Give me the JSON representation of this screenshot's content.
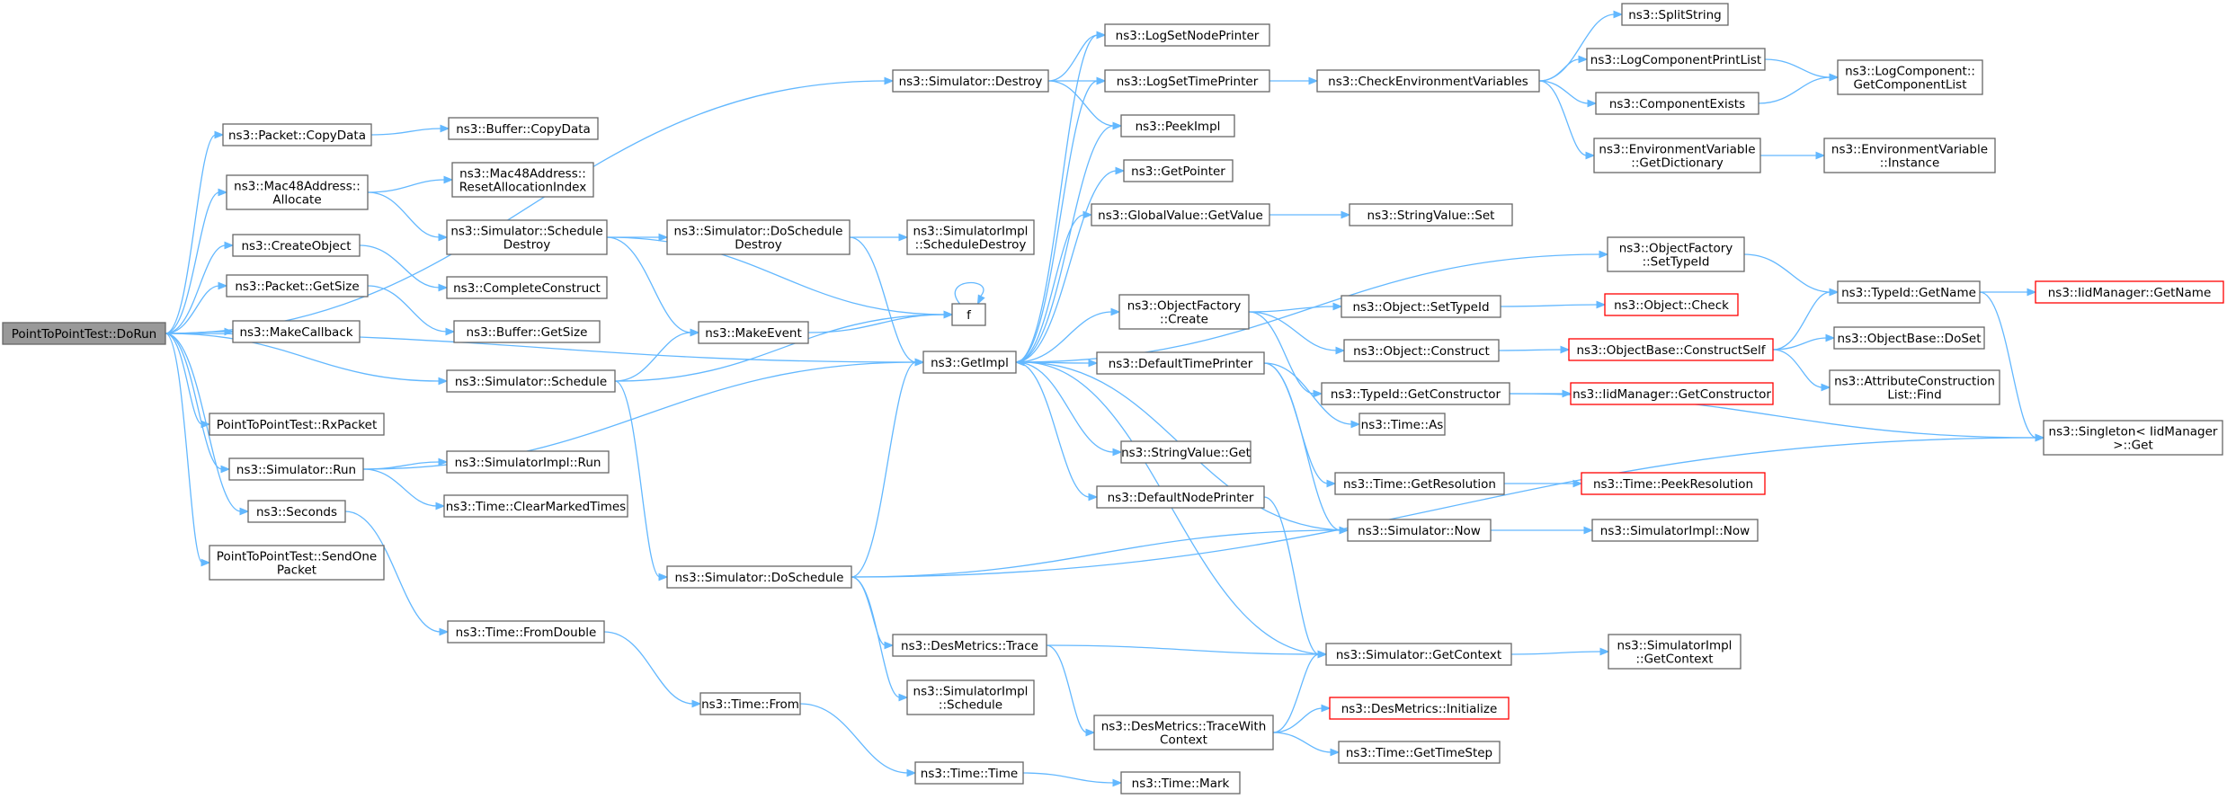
{
  "graph": {
    "colors": {
      "edge": "#63b8ff",
      "node_border": "#666666",
      "root_fill": "#999999",
      "truncated_border": "#ff0000",
      "background": "#ffffff"
    },
    "nodes": [
      {
        "id": "root",
        "lines": [
          "PointToPointTest::DoRun"
        ],
        "root": true
      },
      {
        "id": "copydata",
        "lines": [
          "ns3::Packet::CopyData"
        ]
      },
      {
        "id": "macalloc",
        "lines": [
          "ns3::Mac48Address::",
          "Allocate"
        ]
      },
      {
        "id": "createobj",
        "lines": [
          "ns3::CreateObject"
        ]
      },
      {
        "id": "getsize",
        "lines": [
          "ns3::Packet::GetSize"
        ]
      },
      {
        "id": "makecb",
        "lines": [
          "ns3::MakeCallback"
        ]
      },
      {
        "id": "rxpacket",
        "lines": [
          "PointToPointTest::RxPacket"
        ]
      },
      {
        "id": "simrun",
        "lines": [
          "ns3::Simulator::Run"
        ]
      },
      {
        "id": "seconds",
        "lines": [
          "ns3::Seconds"
        ]
      },
      {
        "id": "sendone",
        "lines": [
          "PointToPointTest::SendOne",
          "Packet"
        ]
      },
      {
        "id": "bufcopy",
        "lines": [
          "ns3::Buffer::CopyData"
        ]
      },
      {
        "id": "resetalloc",
        "lines": [
          "ns3::Mac48Address::",
          "ResetAllocationIndex"
        ]
      },
      {
        "id": "schedDestroy",
        "lines": [
          "ns3::Simulator::Schedule",
          "Destroy"
        ]
      },
      {
        "id": "complete",
        "lines": [
          "ns3::CompleteConstruct"
        ]
      },
      {
        "id": "bufgetsize",
        "lines": [
          "ns3::Buffer::GetSize"
        ]
      },
      {
        "id": "simsched",
        "lines": [
          "ns3::Simulator::Schedule"
        ]
      },
      {
        "id": "implrun",
        "lines": [
          "ns3::SimulatorImpl::Run"
        ]
      },
      {
        "id": "clearmarked",
        "lines": [
          "ns3::Time::ClearMarkedTimes"
        ]
      },
      {
        "id": "fromdouble",
        "lines": [
          "ns3::Time::FromDouble"
        ]
      },
      {
        "id": "simdestroy",
        "lines": [
          "ns3::Simulator::Destroy"
        ]
      },
      {
        "id": "doschedDestroy",
        "lines": [
          "ns3::Simulator::DoSchedule",
          "Destroy"
        ]
      },
      {
        "id": "makeevent",
        "lines": [
          "ns3::MakeEvent"
        ]
      },
      {
        "id": "dosched",
        "lines": [
          "ns3::Simulator::DoSchedule"
        ]
      },
      {
        "id": "timefrom",
        "lines": [
          "ns3::Time::From"
        ]
      },
      {
        "id": "implschedDestroy",
        "lines": [
          "ns3::SimulatorImpl",
          "::ScheduleDestroy"
        ]
      },
      {
        "id": "f",
        "lines": [
          "f"
        ]
      },
      {
        "id": "getimpl",
        "lines": [
          "ns3::GetImpl"
        ]
      },
      {
        "id": "destrace",
        "lines": [
          "ns3::DesMetrics::Trace"
        ]
      },
      {
        "id": "implsched",
        "lines": [
          "ns3::SimulatorImpl",
          "::Schedule"
        ]
      },
      {
        "id": "timetime",
        "lines": [
          "ns3::Time::Time"
        ]
      },
      {
        "id": "lognode",
        "lines": [
          "ns3::LogSetNodePrinter"
        ]
      },
      {
        "id": "logtime",
        "lines": [
          "ns3::LogSetTimePrinter"
        ]
      },
      {
        "id": "peekimpl",
        "lines": [
          "ns3::PeekImpl"
        ]
      },
      {
        "id": "getpointer",
        "lines": [
          "ns3::GetPointer"
        ]
      },
      {
        "id": "gvget",
        "lines": [
          "ns3::GlobalValue::GetValue"
        ]
      },
      {
        "id": "ofcreate",
        "lines": [
          "ns3::ObjectFactory",
          "::Create"
        ]
      },
      {
        "id": "deftime",
        "lines": [
          "ns3::DefaultTimePrinter"
        ]
      },
      {
        "id": "svget",
        "lines": [
          "ns3::StringValue::Get"
        ]
      },
      {
        "id": "defnode",
        "lines": [
          "ns3::DefaultNodePrinter"
        ]
      },
      {
        "id": "tracewith",
        "lines": [
          "ns3::DesMetrics::TraceWith",
          "Context"
        ]
      },
      {
        "id": "timemark",
        "lines": [
          "ns3::Time::Mark"
        ]
      },
      {
        "id": "checkenv",
        "lines": [
          "ns3::CheckEnvironmentVariables"
        ]
      },
      {
        "id": "svset",
        "lines": [
          "ns3::StringValue::Set"
        ]
      },
      {
        "id": "objsettypeid",
        "lines": [
          "ns3::Object::SetTypeId"
        ]
      },
      {
        "id": "objconstruct",
        "lines": [
          "ns3::Object::Construct"
        ]
      },
      {
        "id": "gettypeidctor",
        "lines": [
          "ns3::TypeId::GetConstructor"
        ]
      },
      {
        "id": "timeas",
        "lines": [
          "ns3::Time::As"
        ]
      },
      {
        "id": "getres",
        "lines": [
          "ns3::Time::GetResolution"
        ]
      },
      {
        "id": "simnow",
        "lines": [
          "ns3::Simulator::Now"
        ]
      },
      {
        "id": "getctx",
        "lines": [
          "ns3::Simulator::GetContext"
        ]
      },
      {
        "id": "desinit",
        "lines": [
          "ns3::DesMetrics::Initialize"
        ],
        "truncated": true
      },
      {
        "id": "timestep",
        "lines": [
          "ns3::Time::GetTimeStep"
        ]
      },
      {
        "id": "splitstr",
        "lines": [
          "ns3::SplitString"
        ]
      },
      {
        "id": "logcompprint",
        "lines": [
          "ns3::LogComponentPrintList"
        ]
      },
      {
        "id": "compexists",
        "lines": [
          "ns3::ComponentExists"
        ]
      },
      {
        "id": "envdict",
        "lines": [
          "ns3::EnvironmentVariable",
          "::GetDictionary"
        ]
      },
      {
        "id": "ofsettypeid",
        "lines": [
          "ns3::ObjectFactory",
          "::SetTypeId"
        ]
      },
      {
        "id": "objcheck",
        "lines": [
          "ns3::Object::Check"
        ],
        "truncated": true
      },
      {
        "id": "obconstructself",
        "lines": [
          "ns3::ObjectBase::ConstructSelf"
        ],
        "truncated": true
      },
      {
        "id": "iidctor",
        "lines": [
          "ns3::IidManager::GetConstructor"
        ],
        "truncated": true
      },
      {
        "id": "peekres",
        "lines": [
          "ns3::Time::PeekResolution"
        ],
        "truncated": true
      },
      {
        "id": "implnow",
        "lines": [
          "ns3::SimulatorImpl::Now"
        ]
      },
      {
        "id": "implgetctx",
        "lines": [
          "ns3::SimulatorImpl",
          "::GetContext"
        ]
      },
      {
        "id": "logcomplist",
        "lines": [
          "ns3::LogComponent::",
          "GetComponentList"
        ]
      },
      {
        "id": "envinstance",
        "lines": [
          "ns3::EnvironmentVariable",
          "::Instance"
        ]
      },
      {
        "id": "typeidgetname",
        "lines": [
          "ns3::TypeId::GetName"
        ]
      },
      {
        "id": "obdoset",
        "lines": [
          "ns3::ObjectBase::DoSet"
        ]
      },
      {
        "id": "attrfind",
        "lines": [
          "ns3::AttributeConstruction",
          "List::Find"
        ]
      },
      {
        "id": "singleton",
        "lines": [
          "ns3::Singleton< IidManager",
          ">::Get"
        ]
      },
      {
        "id": "iidgetname",
        "lines": [
          "ns3::IidManager::GetName"
        ],
        "truncated": true
      }
    ],
    "edges": [
      [
        "root",
        "simdestroy"
      ],
      [
        "root",
        "copydata"
      ],
      [
        "root",
        "macalloc"
      ],
      [
        "root",
        "createobj"
      ],
      [
        "root",
        "getsize"
      ],
      [
        "root",
        "makecb"
      ],
      [
        "root",
        "simsched"
      ],
      [
        "root",
        "rxpacket"
      ],
      [
        "root",
        "simrun"
      ],
      [
        "root",
        "seconds"
      ],
      [
        "root",
        "sendone"
      ],
      [
        "root",
        "getimpl"
      ],
      [
        "copydata",
        "bufcopy"
      ],
      [
        "macalloc",
        "resetalloc"
      ],
      [
        "macalloc",
        "schedDestroy"
      ],
      [
        "createobj",
        "complete"
      ],
      [
        "getsize",
        "bufgetsize"
      ],
      [
        "simrun",
        "implrun"
      ],
      [
        "simrun",
        "clearmarked"
      ],
      [
        "simrun",
        "getimpl"
      ],
      [
        "seconds",
        "fromdouble"
      ],
      [
        "fromdouble",
        "timefrom"
      ],
      [
        "timefrom",
        "timetime"
      ],
      [
        "timetime",
        "timemark"
      ],
      [
        "schedDestroy",
        "doschedDestroy"
      ],
      [
        "schedDestroy",
        "makeevent"
      ],
      [
        "schedDestroy",
        "f"
      ],
      [
        "doschedDestroy",
        "implschedDestroy"
      ],
      [
        "doschedDestroy",
        "getimpl"
      ],
      [
        "simsched",
        "makeevent"
      ],
      [
        "simsched",
        "f"
      ],
      [
        "simsched",
        "dosched"
      ],
      [
        "makeevent",
        "f"
      ],
      [
        "f",
        "f"
      ],
      [
        "simdestroy",
        "lognode"
      ],
      [
        "simdestroy",
        "logtime"
      ],
      [
        "simdestroy",
        "peekimpl"
      ],
      [
        "dosched",
        "getimpl"
      ],
      [
        "dosched",
        "simnow"
      ],
      [
        "dosched",
        "destrace"
      ],
      [
        "dosched",
        "implsched"
      ],
      [
        "dosched",
        "singleton"
      ],
      [
        "getimpl",
        "lognode"
      ],
      [
        "getimpl",
        "logtime"
      ],
      [
        "getimpl",
        "peekimpl"
      ],
      [
        "getimpl",
        "getpointer"
      ],
      [
        "getimpl",
        "gvget"
      ],
      [
        "getimpl",
        "ofsettypeid"
      ],
      [
        "getimpl",
        "ofcreate"
      ],
      [
        "getimpl",
        "deftime"
      ],
      [
        "getimpl",
        "svget"
      ],
      [
        "getimpl",
        "defnode"
      ],
      [
        "destrace",
        "getctx"
      ],
      [
        "destrace",
        "tracewith"
      ],
      [
        "tracewith",
        "getctx"
      ],
      [
        "tracewith",
        "desinit"
      ],
      [
        "tracewith",
        "timestep"
      ],
      [
        "logtime",
        "checkenv"
      ],
      [
        "gvget",
        "svset"
      ],
      [
        "ofcreate",
        "objsettypeid"
      ],
      [
        "ofcreate",
        "objconstruct"
      ],
      [
        "ofcreate",
        "gettypeidctor"
      ],
      [
        "deftime",
        "timeas"
      ],
      [
        "deftime",
        "getres"
      ],
      [
        "deftime",
        "simnow"
      ],
      [
        "defnode",
        "getctx"
      ],
      [
        "simnow",
        "getimpl"
      ],
      [
        "simnow",
        "implnow"
      ],
      [
        "getctx",
        "getimpl"
      ],
      [
        "getctx",
        "implgetctx"
      ],
      [
        "checkenv",
        "splitstr"
      ],
      [
        "checkenv",
        "logcompprint"
      ],
      [
        "checkenv",
        "compexists"
      ],
      [
        "checkenv",
        "envdict"
      ],
      [
        "logcompprint",
        "logcomplist"
      ],
      [
        "compexists",
        "logcomplist"
      ],
      [
        "envdict",
        "envinstance"
      ],
      [
        "objsettypeid",
        "objcheck"
      ],
      [
        "objconstruct",
        "obconstructself"
      ],
      [
        "gettypeidctor",
        "iidctor"
      ],
      [
        "gettypeidctor",
        "singleton"
      ],
      [
        "getres",
        "peekres"
      ],
      [
        "ofsettypeid",
        "typeidgetname"
      ],
      [
        "obconstructself",
        "typeidgetname"
      ],
      [
        "obconstructself",
        "obdoset"
      ],
      [
        "obconstructself",
        "attrfind"
      ],
      [
        "typeidgetname",
        "iidgetname"
      ],
      [
        "typeidgetname",
        "singleton"
      ]
    ]
  }
}
